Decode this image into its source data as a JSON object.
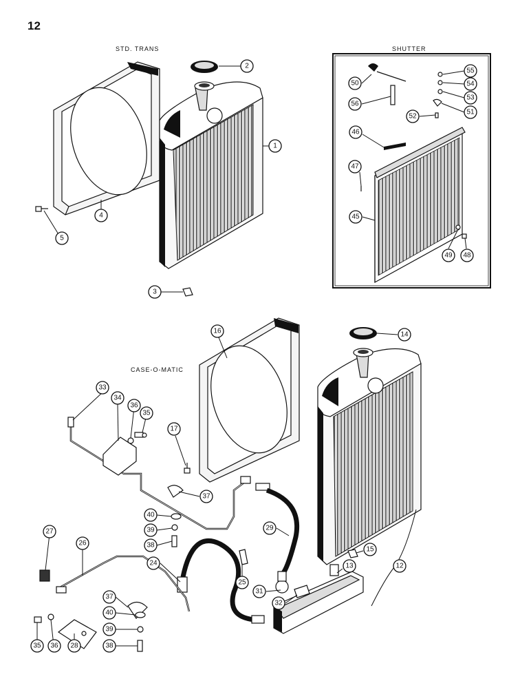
{
  "page": {
    "page_number": "12",
    "sections": {
      "std_trans": "STD. TRANS",
      "shutter": "SHUTTER",
      "case_o_matic": "CASE-O-MATIC"
    }
  },
  "callouts": {
    "c1": "1",
    "c2": "2",
    "c3": "3",
    "c4": "4",
    "c5": "5",
    "c12": "12",
    "c13": "13",
    "c14": "14",
    "c15": "15",
    "c16": "16",
    "c17": "17",
    "c24": "24",
    "c25": "25",
    "c26": "26",
    "c27": "27",
    "c28": "28",
    "c29": "29",
    "c31": "31",
    "c32": "32",
    "c33": "33",
    "c34": "34",
    "c35a": "35",
    "c35b": "35",
    "c36a": "36",
    "c36b": "36",
    "c37a": "37",
    "c37b": "37",
    "c38a": "38",
    "c38b": "38",
    "c39a": "39",
    "c39b": "39",
    "c40a": "40",
    "c40b": "40",
    "c45": "45",
    "c46": "46",
    "c47": "47",
    "c48": "48",
    "c49": "49",
    "c50": "50",
    "c51": "51",
    "c52": "52",
    "c53": "53",
    "c54": "54",
    "c55": "55",
    "c56": "56"
  }
}
